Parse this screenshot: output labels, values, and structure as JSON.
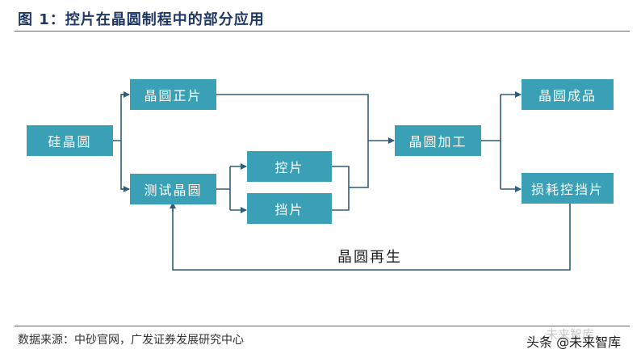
{
  "title": "图 1：控片在晶圆制程中的部分应用",
  "nodes": {
    "silicon_wafer": "硅晶圆",
    "prime_wafer": "晶圆正片",
    "test_wafer": "测试晶圆",
    "control_wafer": "控片",
    "dummy_wafer": "挡片",
    "wafer_processing": "晶圆加工",
    "finished_wafer": "晶圆成品",
    "worn_control_dummy": "损耗控挡片"
  },
  "loop_label": "晶圆再生",
  "source": "数据来源：中砂官网，广发证券发展研究中心",
  "watermark": "头条 @未来智库",
  "watermark_faint": "未来智库",
  "colors": {
    "node_fill": "#3aa0b6",
    "line": "#2e5d7a",
    "title": "#1f3864"
  }
}
